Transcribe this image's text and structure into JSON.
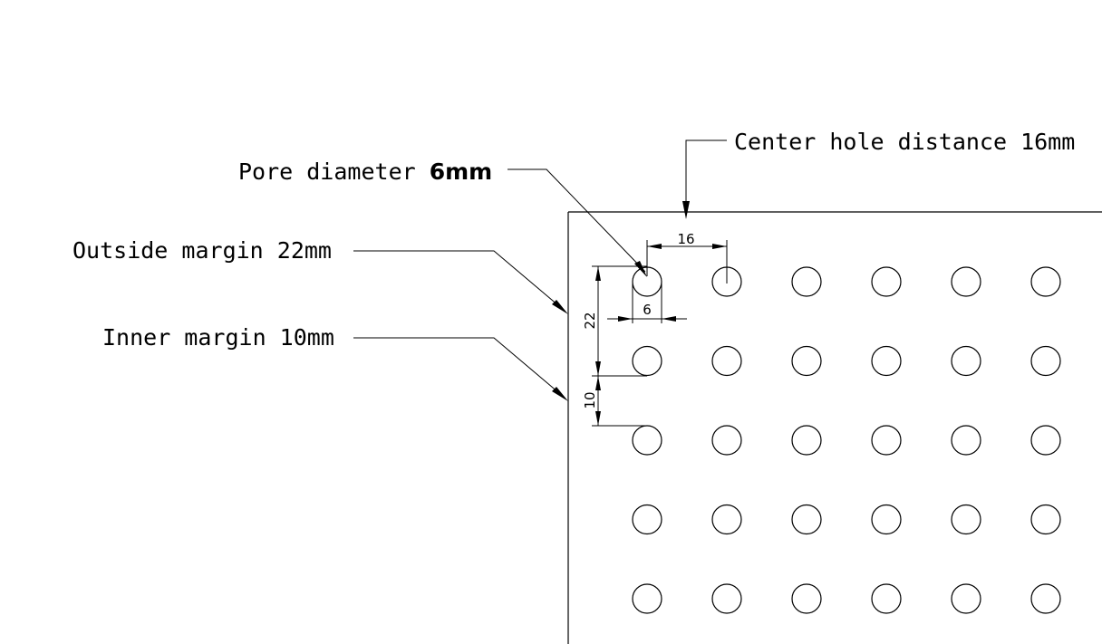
{
  "callouts": {
    "pore_diameter_label": "Pore diameter ",
    "pore_diameter_value": "6mm",
    "outside_margin": "Outside margin 22mm",
    "inner_margin": "Inner margin 10mm",
    "center_hole_distance": "Center hole distance 16mm"
  },
  "dimensions": {
    "center_distance": "16",
    "hole_diameter": "6",
    "outside_margin": "22",
    "inner_margin": "10"
  },
  "hole_grid": {
    "rows": 5,
    "columns_visible": 6
  }
}
